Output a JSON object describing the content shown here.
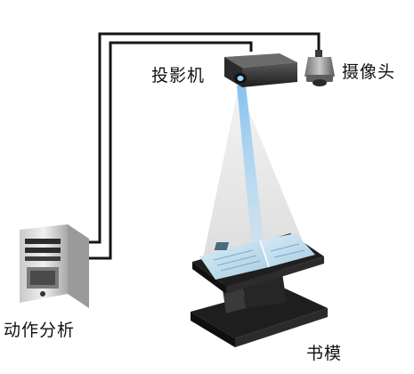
{
  "labels": {
    "projector": "投影机",
    "camera": "摄像头",
    "computer": "动作分析",
    "book_model": "书模"
  },
  "colors": {
    "cable": "#151515",
    "beam_blue": "#8fc8f0",
    "light_cone": "#e6e6e6",
    "device_dark": "#2a2a2a",
    "device_gray": "#8a8a8a"
  },
  "icons": [
    "projector-icon",
    "camera-icon",
    "computer-tower-icon",
    "book-model-icon"
  ]
}
